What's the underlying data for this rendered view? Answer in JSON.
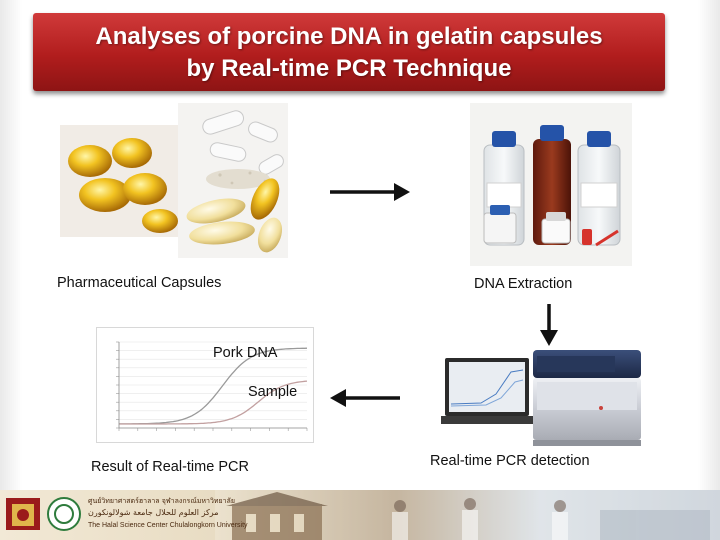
{
  "slide": {
    "title_line1": "Analyses of porcine DNA in gelatin capsules",
    "title_line2": "by Real-time PCR Technique",
    "steps": {
      "capsules_caption": "Pharmaceutical Capsules",
      "extraction_caption": "DNA Extraction",
      "result_caption": "Result of Real-time PCR",
      "detection_caption": "Real-time PCR detection"
    },
    "chart": {
      "pork_label": "Pork DNA",
      "sample_label": "Sample"
    },
    "footer": {
      "line_thai_1": "ศูนย์วิทยาศาสตร์ฮาลาล จุฬาลงกรณ์มหาวิทยาลัย",
      "line_arabic": "مركز العلوم للحلال جامعة شولالونكورن",
      "line_english": "The Halal Science Center Chulalongkorn University"
    },
    "colors": {
      "title_red": "#b11d1d",
      "arrow": "#111111",
      "curve_pork": "#9a9a9a",
      "curve_sample": "#c2a0a0"
    }
  }
}
